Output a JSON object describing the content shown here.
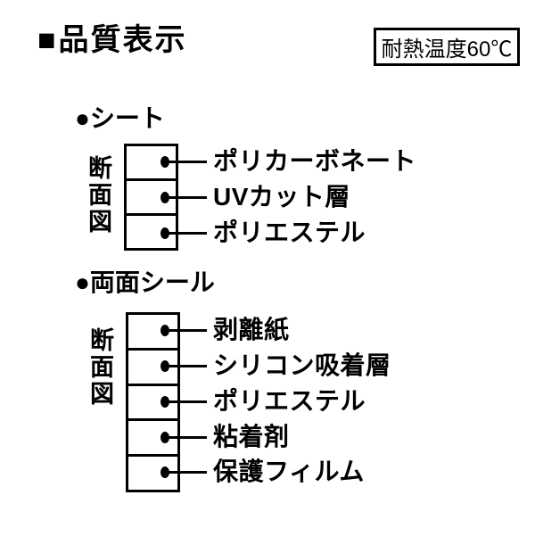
{
  "header": {
    "title_marker": "■",
    "title": "品質表示",
    "heat_badge": "耐熱温度60℃"
  },
  "sections": [
    {
      "bullet": "●",
      "heading": "シート",
      "cross_section_label": "断面図",
      "layers": [
        "ポリカーボネート",
        "UVカット層",
        "ポリエステル"
      ]
    },
    {
      "bullet": "●",
      "heading": "両面シール",
      "cross_section_label": "断面図",
      "layers": [
        "剥離紙",
        "シリコン吸着層",
        "ポリエステル",
        "粘着剤",
        "保護フィルム"
      ]
    }
  ],
  "colors": {
    "ink": "#000000",
    "background": "#ffffff"
  }
}
